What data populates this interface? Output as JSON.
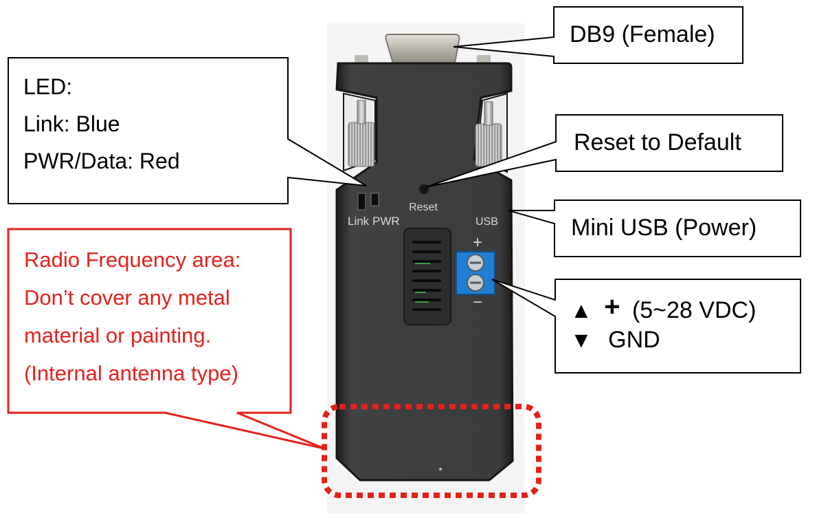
{
  "callouts": {
    "db9": {
      "text": "DB9 (Female)"
    },
    "led": {
      "lines": [
        "LED:",
        "Link: Blue",
        "PWR/Data: Red"
      ]
    },
    "reset": {
      "text": "Reset to Default"
    },
    "usb": {
      "text": "Mini USB (Power)"
    },
    "power": {
      "plus_symbol": "▲",
      "plus_sign": "+",
      "plus_text": "(5~28 VDC)",
      "minus_symbol": "▼",
      "minus_text": "GND"
    },
    "rf": {
      "lines": [
        "Radio Frequency area:",
        "Don’t cover any metal",
        "material or painting.",
        "(Internal antenna type)"
      ]
    }
  },
  "device_labels": {
    "reset": "Reset",
    "link": "Link",
    "pwr": "PWR",
    "usb": "USB",
    "plus": "+",
    "minus": "−"
  },
  "colors": {
    "device_body": "#3d3f40",
    "device_edge": "#1a1a1a",
    "callout_border": "#000000",
    "rf_red": "#e3211c",
    "terminal_blue": "#1f7fd4",
    "connector_metal": "#c9c6bd"
  }
}
